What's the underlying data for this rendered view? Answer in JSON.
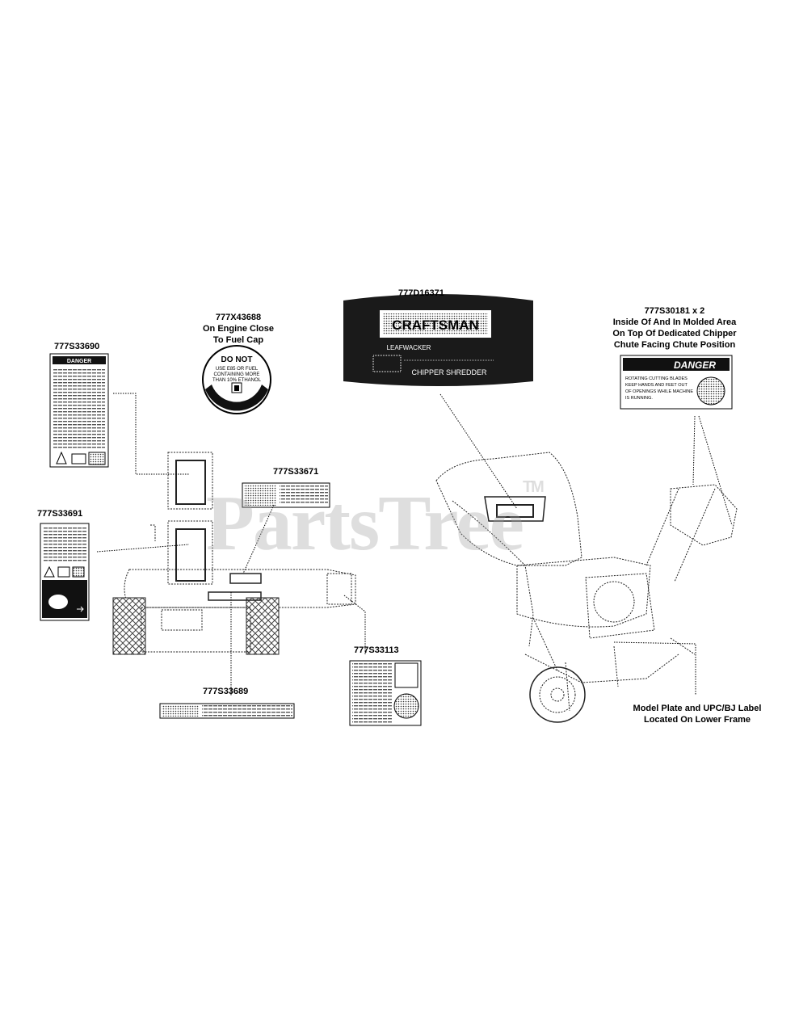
{
  "watermark": {
    "text": "PartsTree",
    "tm": "TM"
  },
  "parts": [
    {
      "id": "777D16371"
    },
    {
      "id": "777X43688",
      "note_line1": "On Engine Close",
      "note_line2": "To Fuel Cap"
    },
    {
      "id": "777S33690"
    },
    {
      "id": "777S33671"
    },
    {
      "id": "777S33691"
    },
    {
      "id": "777S33113"
    },
    {
      "id": "777S33689"
    },
    {
      "id": "777S30181 x 2",
      "note_line1": "Inside Of And In Molded Area",
      "note_line2": "On Top Of Dedicated Chipper",
      "note_line3": "Chute Facing Chute Position"
    }
  ],
  "model_plate_note": {
    "line1": "Model Plate and UPC/BJ Label",
    "line2": "Located On Lower Frame"
  },
  "decals": {
    "craftsman_brand": "CRAFTSMAN",
    "leafwacker": "LEAFWACKER",
    "chipper_shredder": "CHIPPER SHREDDER",
    "fuel_do_not": "DO NOT",
    "fuel_line1": "USE E85 OR FUEL",
    "fuel_line2": "CONTAINING MORE",
    "fuel_line3": "THAN 10% ETHANOL",
    "danger_word": "DANGER",
    "danger_line1": "ROTATING CUTTING BLADES",
    "danger_line2": "KEEP HANDS AND FEET OUT",
    "danger_line3": "OF OPENINGS WHILE MACHINE",
    "danger_line4": "IS RUNNING.",
    "warning_word": "DANGER"
  }
}
